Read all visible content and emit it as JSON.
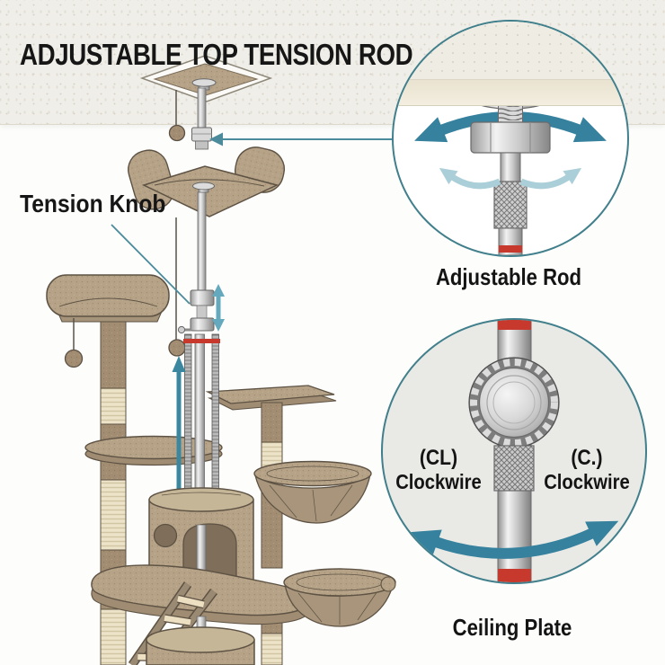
{
  "title": "ADJUSTABLE TOP TENSION ROD",
  "annotations": {
    "tension_knob": "Tension Knob"
  },
  "callouts": {
    "adjustable_rod": {
      "caption": "Adjustable Rod"
    },
    "ceiling_plate": {
      "caption": "Ceiling Plate",
      "left_abbr": "(CL)",
      "left_word": "Clockwire",
      "right_abbr": "(C.)",
      "right_word": "Clockwire"
    }
  },
  "icons": {
    "rotation_arrow": "curved-double-headed-arrow",
    "spin_hint_arrows": "light-curved-arrow-pair",
    "height_adjust_arrow": "vertical-double-headed-arrow",
    "leader_arrow": "leader-line-with-arrowhead"
  },
  "colors": {
    "accent_teal": "#35819e",
    "accent_teal_light": "#aacfd9",
    "callout_ring": "#407f8b",
    "red_band": "#c6392c",
    "wood_tan": "#b5a287",
    "sisal_cream": "#ece3c9",
    "ceiling": "#f0eee8",
    "ink": "#161616"
  }
}
